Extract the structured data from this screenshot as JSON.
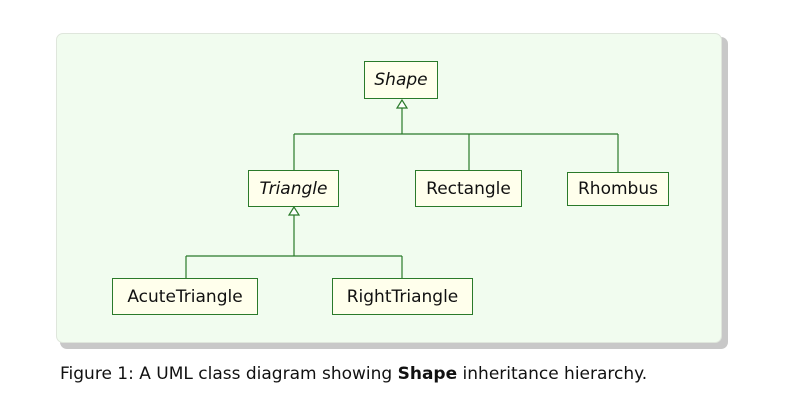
{
  "diagram": {
    "classes": {
      "shape": "Shape",
      "triangle": "Triangle",
      "rectangle": "Rectangle",
      "rhombus": "Rhombus",
      "acute_triangle": "AcuteTriangle",
      "right_triangle": "RightTriangle"
    },
    "abstract_classes": [
      "Shape",
      "Triangle"
    ],
    "relationships": [
      {
        "type": "generalization",
        "from": "Triangle",
        "to": "Shape"
      },
      {
        "type": "generalization",
        "from": "Rectangle",
        "to": "Shape"
      },
      {
        "type": "generalization",
        "from": "Rhombus",
        "to": "Shape"
      },
      {
        "type": "generalization",
        "from": "AcuteTriangle",
        "to": "Triangle"
      },
      {
        "type": "generalization",
        "from": "RightTriangle",
        "to": "Triangle"
      }
    ],
    "colors": {
      "panel_background": "#f1fcef",
      "class_fill": "#ffffec",
      "line": "#2a7a2a"
    }
  },
  "caption": {
    "prefix": "Figure 1:  A UML class diagram showing ",
    "emphasis": "Shape",
    "suffix": " inheritance hierarchy."
  }
}
